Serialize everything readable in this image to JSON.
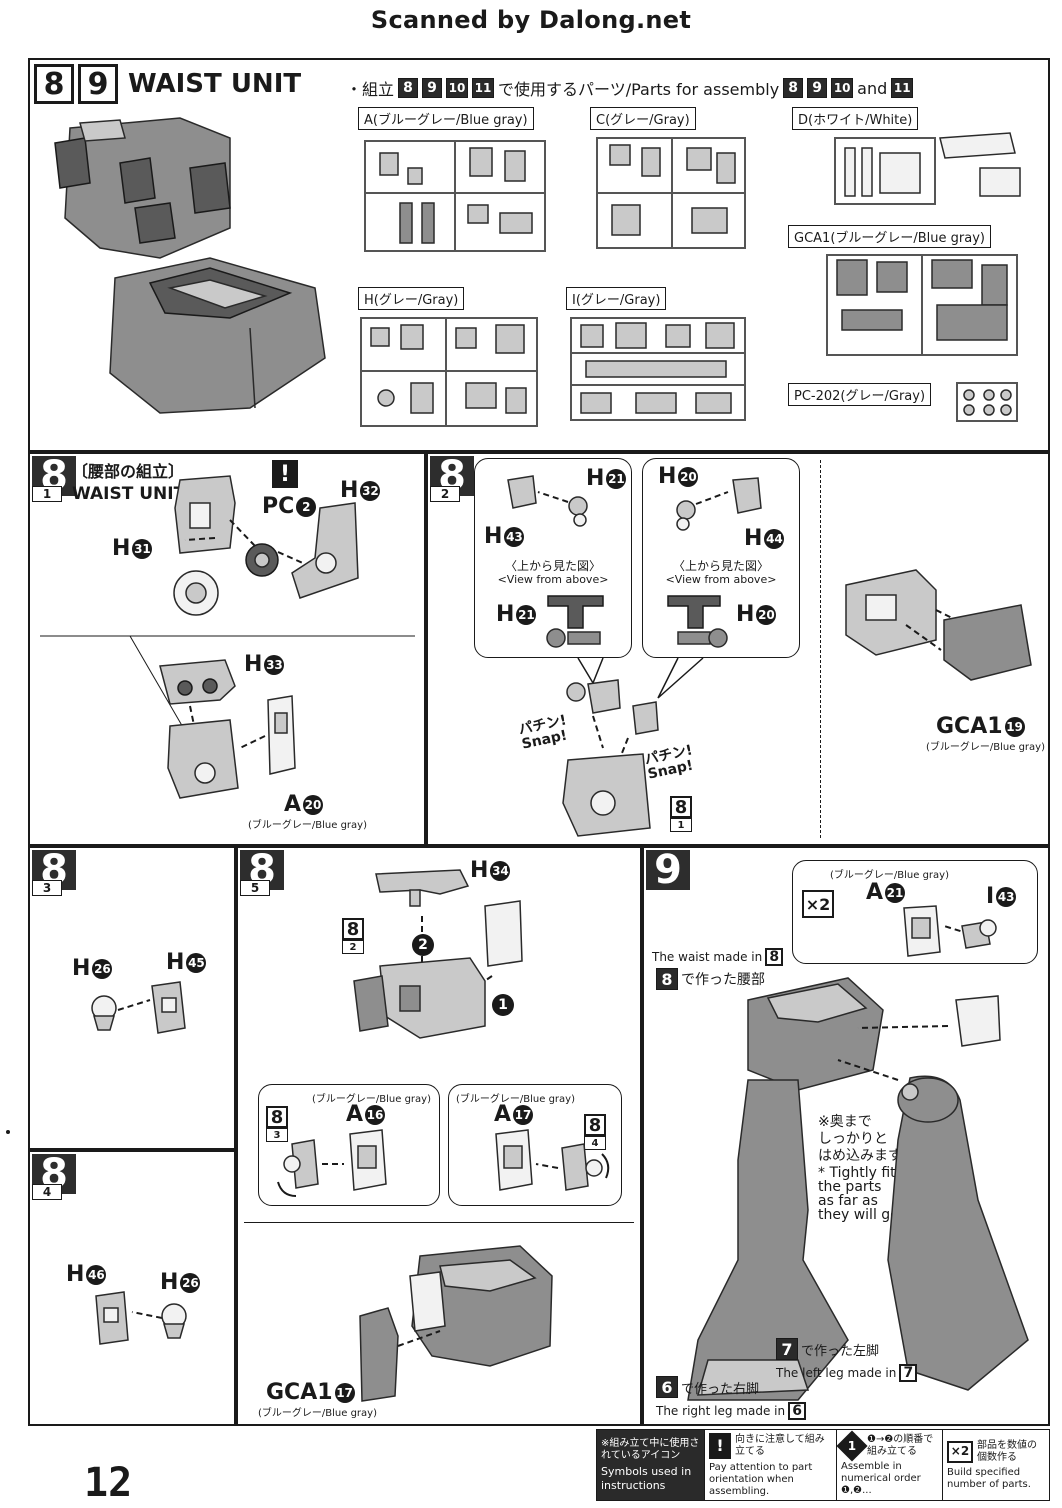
{
  "header": {
    "watermark": "Scanned by Dalong.net"
  },
  "top_section": {
    "step_numbers": [
      "8",
      "9"
    ],
    "title": "WAIST UNIT",
    "parts_caption_prefix": "・組立",
    "parts_caption_steps": [
      "8",
      "9",
      "10",
      "11"
    ],
    "parts_caption_jp": "で使用するパーツ/Parts for assembly",
    "parts_caption_steps_en": [
      "8",
      "9",
      "10"
    ],
    "parts_caption_and": "and",
    "parts_caption_last": "11",
    "runners": [
      {
        "key": "A",
        "label": "A(ブルーグレー/Blue gray)"
      },
      {
        "key": "C",
        "label": "C(グレー/Gray)"
      },
      {
        "key": "D",
        "label": "D(ホワイト/White)"
      },
      {
        "key": "GCA1",
        "label": "GCA1(ブルーグレー/Blue gray)"
      },
      {
        "key": "H",
        "label": "H(グレー/Gray)"
      },
      {
        "key": "I",
        "label": "I(グレー/Gray)"
      },
      {
        "key": "PC202",
        "label": "PC-202(グレー/Gray)"
      }
    ]
  },
  "step8_1": {
    "step": "8",
    "sub": "1",
    "title_jp": "〔腰部の組立〕",
    "title_en": "WAIST UNIT",
    "attention_icon": "!",
    "parts": {
      "pc": "PC",
      "pc_num": "2",
      "h31": "H",
      "h31_num": "31",
      "h32": "H",
      "h32_num": "32",
      "h33": "H",
      "h33_num": "33",
      "a20": "A",
      "a20_num": "20",
      "a20_color": "(ブルーグレー/Blue gray)"
    }
  },
  "step8_2": {
    "step": "8",
    "sub": "2",
    "view_jp": "〈上から見た図〉",
    "view_en": "<View from above>",
    "parts": {
      "h21": "H",
      "h21_num": "21",
      "h43": "H",
      "h43_num": "43",
      "h20": "H",
      "h20_num": "20",
      "h44": "H",
      "h44_num": "44"
    },
    "snap_jp": "パチン!",
    "snap_en": "Snap!",
    "ref_step": "8",
    "ref_sub": "1",
    "gca_label": "GCA1",
    "gca_num": "19",
    "gca_color": "(ブルーグレー/Blue gray)"
  },
  "step8_3": {
    "step": "8",
    "sub": "3",
    "parts": {
      "h26": "H",
      "h26_num": "26",
      "h45": "H",
      "h45_num": "45"
    }
  },
  "step8_4": {
    "step": "8",
    "sub": "4",
    "parts": {
      "h46": "H",
      "h46_num": "46",
      "h26": "H",
      "h26_num": "26"
    }
  },
  "step8_5": {
    "step": "8",
    "sub": "5",
    "parts": {
      "h34": "H",
      "h34_num": "34",
      "a16": "A",
      "a16_num": "16",
      "a17": "A",
      "a17_num": "17",
      "gca": "GCA1",
      "gca_num": "17"
    },
    "color_label": "(ブルーグレー/Blue gray)",
    "order_1": "1",
    "order_2": "2",
    "ref_2": {
      "step": "8",
      "sub": "2"
    },
    "ref_3": {
      "step": "8",
      "sub": "3"
    },
    "ref_4": {
      "step": "8",
      "sub": "4"
    }
  },
  "step9": {
    "step": "9",
    "multiplier": "×2",
    "color_label": "(ブルーグレー/Blue gray)",
    "parts": {
      "a21": "A",
      "a21_num": "21",
      "i43": "I",
      "i43_num": "43"
    },
    "waist_en": "The waist made in",
    "waist_step": "8",
    "waist_jp": "で作った腰部",
    "note_jp": "※奥まで\nしっかりと\nはめ込みます。",
    "note_en": "* Tightly fit\nthe parts\nas far as\nthey will go.",
    "left_leg_step": "7",
    "left_leg_jp": "で作った左脚",
    "left_leg_en": "The left leg made in",
    "right_leg_step": "6",
    "right_leg_jp": "で作った右脚",
    "right_leg_en": "The right leg made in"
  },
  "legend": {
    "symbols_jp": "※組み立て中に使用されているアイコン",
    "symbols_en": "Symbols used in instructions",
    "attention_jp": "向きに注意して組み立てる",
    "attention_en": "Pay attention to part orientation when assembling.",
    "order_jp": "❶→❷の順番で組み立てる",
    "order_en": "Assemble in numerical order ❶,❷...",
    "multi_icon": "×2",
    "multi_jp": "部品を数値の個数作る",
    "multi_en": "Build specified number of parts."
  },
  "footer": {
    "page_number": "12"
  }
}
